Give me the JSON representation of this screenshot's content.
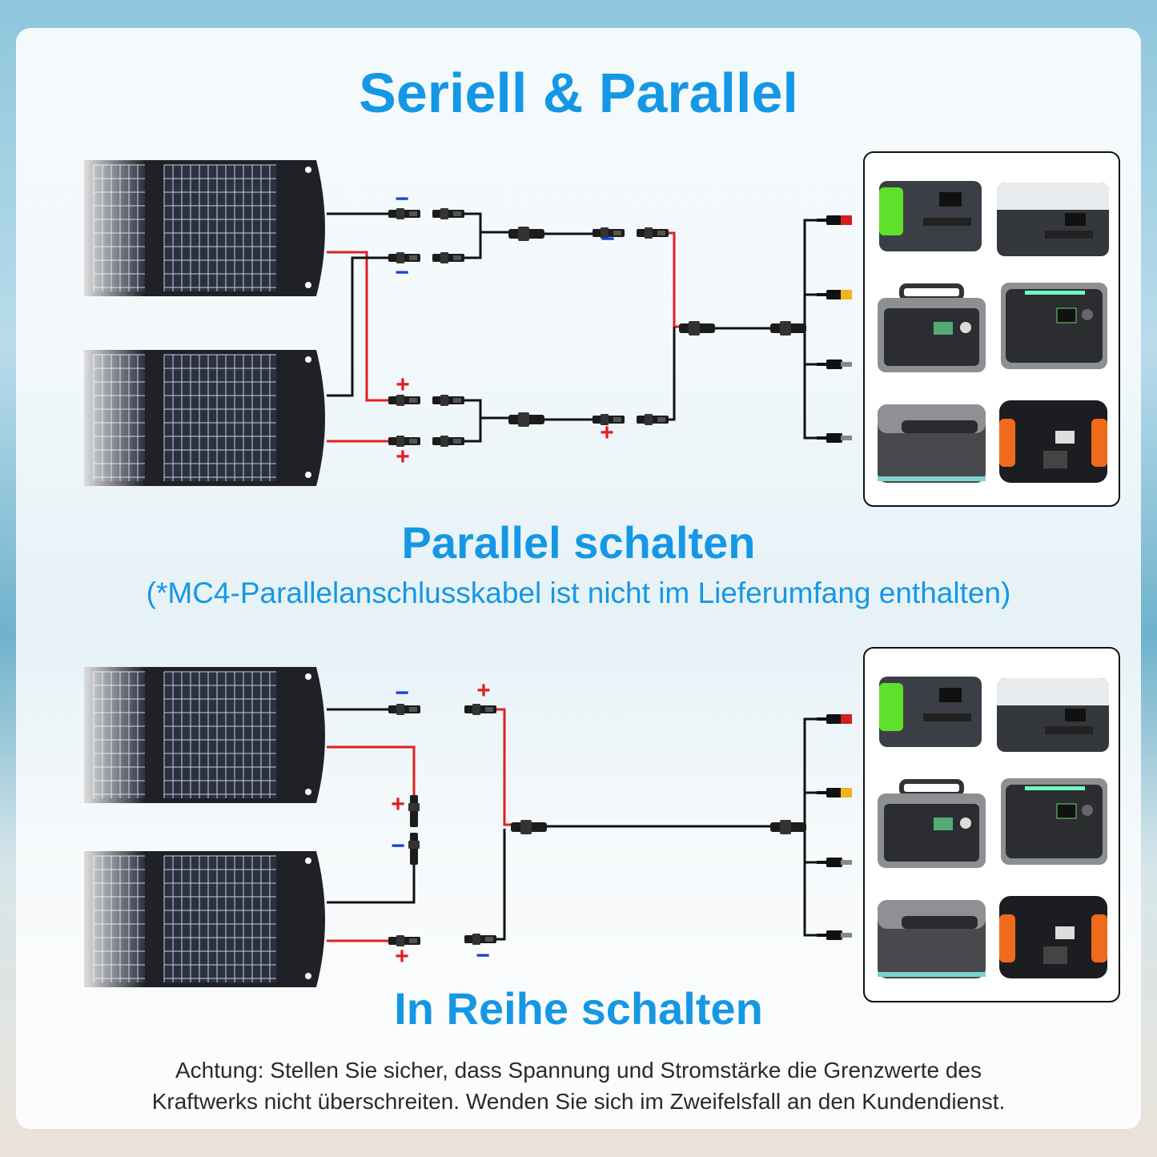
{
  "title": "Seriell & Parallel",
  "parallel": {
    "heading": "Parallel schalten",
    "note": "(*MC4-Parallelanschlusskabel ist nicht im Lieferumfang enthalten)",
    "polarity": {
      "minus_top": "−",
      "minus_mid": "−",
      "minus_branch": "−",
      "plus_a": "+",
      "plus_b": "+",
      "plus_branch": "+"
    }
  },
  "series": {
    "heading": "In Reihe schalten",
    "polarity": {
      "minus_top": "−",
      "plus_top": "+",
      "plus_mid": "+",
      "minus_mid": "−",
      "plus_bottom": "+",
      "minus_bottom": "−"
    }
  },
  "footer": {
    "line1": "Achtung: Stellen Sie sicher, dass Spannung und Stromstärke die Grenzwerte des",
    "line2": "Kraftwerks nicht überschreiten. Wenden Sie sich im Zweifelsfall an den Kundendienst."
  },
  "colors": {
    "accent": "#1597e5",
    "wire_positive": "#e02020",
    "wire_negative": "#111111",
    "polarity_minus": "#1a3fd6"
  }
}
